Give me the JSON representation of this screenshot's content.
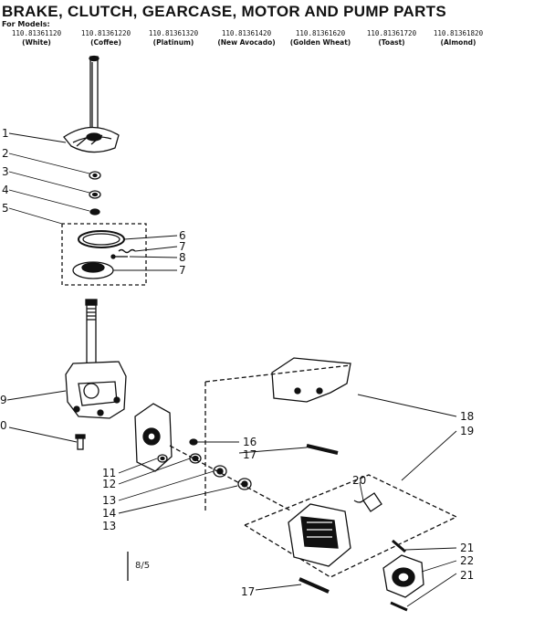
{
  "title": "BRAKE, CLUTCH, GEARCASE, MOTOR AND PUMP PARTS",
  "for_models_label": "For Models:",
  "models": [
    {
      "number": "110.81361120",
      "color": "(White)"
    },
    {
      "number": "110.81361220",
      "color": "(Coffee)"
    },
    {
      "number": "110.81361320",
      "color": "(Platinum)"
    },
    {
      "number": "110.81361420",
      "color": "(New Avocado)"
    },
    {
      "number": "110.81361620",
      "color": "(Golden Wheat)"
    },
    {
      "number": "110.81361720",
      "color": "(Toast)"
    },
    {
      "number": "110.81361820",
      "color": "(Almond)"
    }
  ],
  "callouts": [
    "1",
    "2",
    "3",
    "4",
    "5",
    "6",
    "7",
    "8",
    "7",
    "9",
    "0",
    "16",
    "17",
    "11",
    "12",
    "13",
    "14",
    "13",
    "18",
    "19",
    "20",
    "21",
    "22",
    "21",
    "17"
  ],
  "page_note": "8/5",
  "colors": {
    "ink": "#111111",
    "paper": "#ffffff"
  }
}
